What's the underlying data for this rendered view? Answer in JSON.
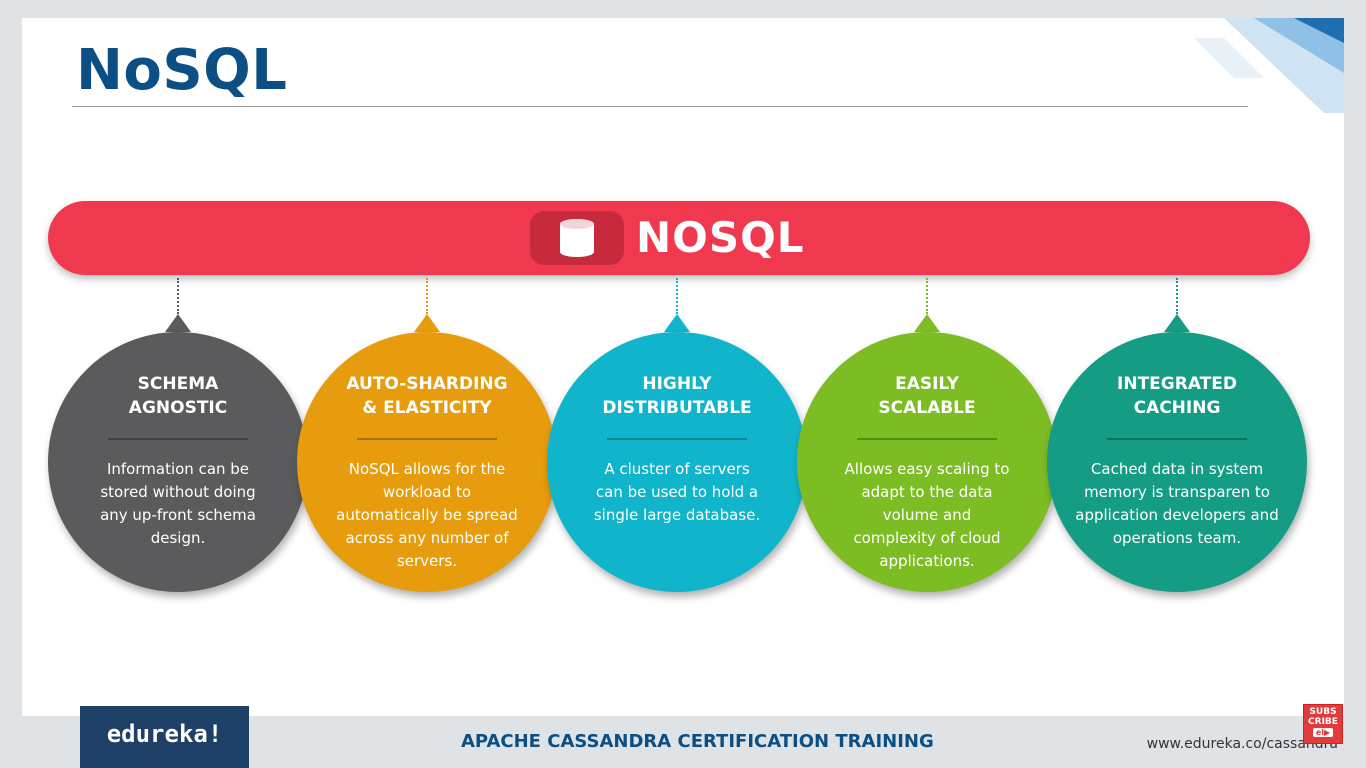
{
  "slide": {
    "title": "NoSQL",
    "banner_label": "NOSQL",
    "banner_icon": "database-icon",
    "features": [
      {
        "title": "SCHEMA\nAGNOSTIC",
        "body": "Information can be\nstored without doing\nany up-front schema\ndesign.",
        "color": "#5b5b5d"
      },
      {
        "title": "AUTO-SHARDING\n& ELASTICITY",
        "body": "NoSQL allows for the\nworkload to\nautomatically be spread\nacross any number of\nservers.",
        "color": "#e69c0c"
      },
      {
        "title": "HIGHLY\nDISTRIBUTABLE",
        "body": "A cluster of servers\ncan be used to hold a\nsingle large database.",
        "color": "#10b5cc"
      },
      {
        "title": "EASILY\nSCALABLE",
        "body": "Allows easy scaling to\nadapt to the data\nvolume and\ncomplexity of cloud\napplications.",
        "color": "#7cbd23"
      },
      {
        "title": "INTEGRATED\nCACHING",
        "body": "Cached data in system\nmemory is transparen to\napplication developers and\noperations team.",
        "color": "#149d84"
      }
    ]
  },
  "footer": {
    "brand": "edureka!",
    "course_title": "APACHE CASSANDRA CERTIFICATION TRAINING",
    "url": "www.edureka.co/cassandra",
    "subscribe_line1": "SUBS",
    "subscribe_line2": "CRIBE",
    "subscribe_icon": "el▶"
  },
  "colors": {
    "title": "#0c4f85",
    "banner": "#f0394f",
    "logo_bg": "#1e3f66"
  }
}
